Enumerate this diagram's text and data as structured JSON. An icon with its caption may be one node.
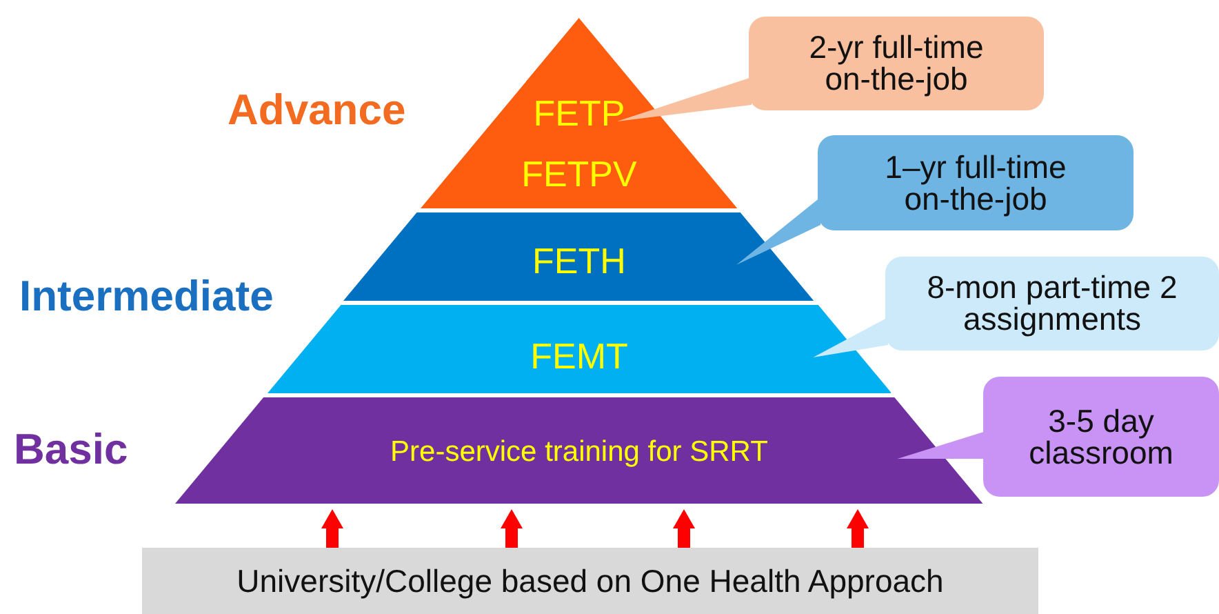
{
  "diagram": {
    "nodes": [
      {
        "text": [
          "FETP",
          "FETPV"
        ]
      },
      {
        "text": [
          "FETH"
        ]
      },
      {
        "text": [
          "FEMT"
        ]
      },
      {
        "text": [
          "Pre-service training for SRRT"
        ]
      },
      {
        "text": [
          "2-yr full-time on-the-job"
        ]
      },
      {
        "text": [
          "1–yr full-time on-the-job"
        ]
      },
      {
        "text": [
          "8-mon part-time 2 assignments"
        ]
      },
      {
        "text": [
          "3-5 day classroom"
        ]
      },
      {
        "text": [
          "University/College based on One Health Approach"
        ]
      }
    ],
    "edges": [
      {
        "from": 4,
        "to": 0,
        "arrow": "none",
        "color": "#f9c0a0"
      },
      {
        "from": 5,
        "to": 1,
        "arrow": "none",
        "color": "#6fb5e3"
      },
      {
        "from": 6,
        "to": 2,
        "arrow": "none",
        "color": "#cdeafb"
      },
      {
        "from": 7,
        "to": 3,
        "arrow": "none",
        "color": "#c993f5"
      },
      {
        "from": 8,
        "to": 3,
        "arrow": "to",
        "color": "#ff0000"
      },
      {
        "from": 8,
        "to": 3,
        "arrow": "to",
        "color": "#ff0000"
      },
      {
        "from": 8,
        "to": 3,
        "arrow": "to",
        "color": "#ff0000"
      },
      {
        "from": 8,
        "to": 3,
        "arrow": "to",
        "color": "#ff0000"
      }
    ],
    "labels": [
      "Advance",
      "Intermediate",
      "Basic"
    ]
  }
}
